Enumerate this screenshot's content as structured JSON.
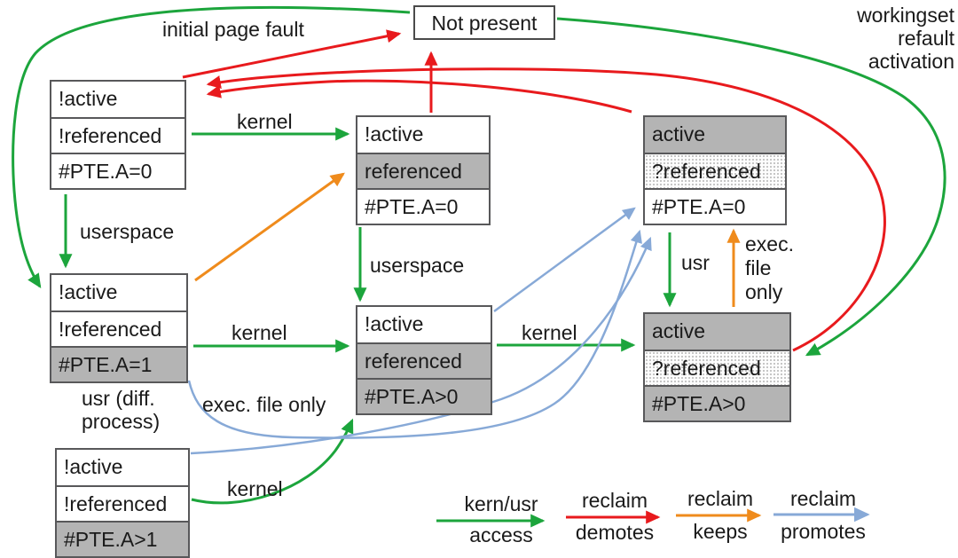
{
  "nodes": {
    "not_present": {
      "label": "Not present"
    },
    "inactive_unref_a0": {
      "rows": [
        "!active",
        "!referenced",
        "#PTE.A=0"
      ]
    },
    "inactive_unref_a1": {
      "rows": [
        "!active",
        "!referenced",
        "#PTE.A=1"
      ]
    },
    "inactive_unref_agt1": {
      "rows": [
        "!active",
        "!referenced",
        "#PTE.A>1"
      ]
    },
    "inactive_ref_a0": {
      "rows": [
        "!active",
        "referenced",
        "#PTE.A=0"
      ]
    },
    "inactive_ref_agt0": {
      "rows": [
        "!active",
        "referenced",
        "#PTE.A>0"
      ]
    },
    "active_qref_a0": {
      "rows": [
        "active",
        "?referenced",
        "#PTE.A=0"
      ]
    },
    "active_qref_agt0": {
      "rows": [
        "active",
        "?referenced",
        "#PTE.A>0"
      ]
    }
  },
  "labels": {
    "initial_page_fault": "initial page fault",
    "workingset": [
      "workingset",
      "refault",
      "activation"
    ],
    "kernel_top": "kernel",
    "kernel_mid": "kernel",
    "kernel_right": "kernel",
    "kernel_bottom": "kernel",
    "userspace_left": "userspace",
    "userspace_mid": "userspace",
    "usr": "usr",
    "exec_file_stack": [
      "exec.",
      "file",
      "only"
    ],
    "usr_diff": [
      "usr (diff.",
      "process)"
    ],
    "exec_file_only_inline": "exec. file only"
  },
  "legend": {
    "items": [
      {
        "top": "kern/usr",
        "bottom": "access",
        "color": "#1ca53c",
        "meaning": "green-arrow"
      },
      {
        "top": "reclaim",
        "bottom": "demotes",
        "color": "#e81a1d",
        "meaning": "red-arrow"
      },
      {
        "top": "reclaim",
        "bottom": "keeps",
        "color": "#ef8b1c",
        "meaning": "orange-arrow"
      },
      {
        "top": "reclaim",
        "bottom": "promotes",
        "color": "#87a9d7",
        "meaning": "blue-arrow"
      }
    ]
  },
  "colors": {
    "access_green": "#1ca53c",
    "demote_red": "#e81a1d",
    "keep_orange": "#ef8b1c",
    "promote_blue": "#87a9d7",
    "shaded_row": "#b4b4b4",
    "box_border": "#58585a"
  }
}
